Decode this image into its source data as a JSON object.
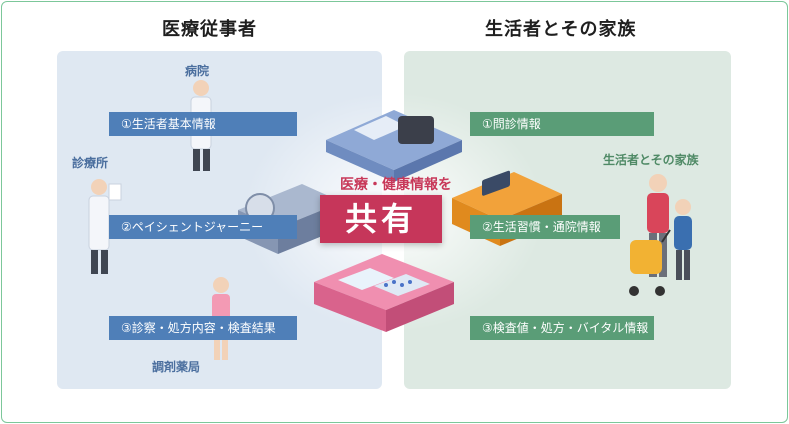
{
  "headings": {
    "medical": "医療従事者",
    "family": "生活者とその家族"
  },
  "left": {
    "hospital": "病院",
    "clinic": "診療所",
    "pharmacy": "調剤薬局",
    "items": [
      "①生活者基本情報",
      "②ペイシェントジャーニー",
      "③診察・処方内容・検査結果"
    ]
  },
  "right": {
    "family_label": "生活者とその家族",
    "items": [
      "①問診情報",
      "②生活習慣・通院情報",
      "③検査値・処方・バイタル情報"
    ]
  },
  "center": {
    "caption": "医療・健康情報を",
    "share": "共有"
  },
  "colors": {
    "left_panel": "#dfe8f2",
    "right_panel": "#dde9e2",
    "blue_bar": "#4f7fb8",
    "green_bar": "#5a9d77",
    "accent": "#c6365a",
    "border": "#7cc79a"
  }
}
